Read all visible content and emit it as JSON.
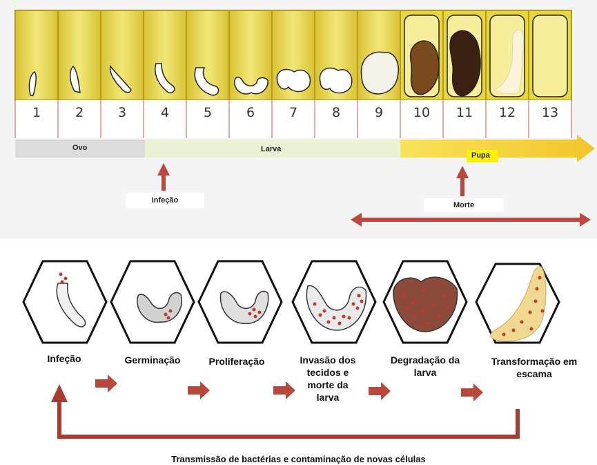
{
  "cell_numbers": [
    "1",
    "2",
    "3",
    "4",
    "5",
    "6",
    "7",
    "8",
    "9",
    "10",
    "11",
    "12",
    "13"
  ],
  "phase_bar": {
    "ovo_label": "Ovo",
    "larva_label": "Larva",
    "pupa_label": "Pupa"
  },
  "markers": {
    "infection_label": "Infeção",
    "death_label": "Morte"
  },
  "stages": [
    {
      "label": "Infeção"
    },
    {
      "label": "Germinação"
    },
    {
      "label": "Proliferação"
    },
    {
      "label": "Invasão dos tecidos e morte da larva"
    },
    {
      "label": "Degradação da larva"
    },
    {
      "label": "Transformação em escama"
    }
  ],
  "cycle_caption": "Transmissão de bactérias e contaminação de novas células",
  "colors": {
    "comb_yellow": "#e8d63f",
    "comb_light": "#f6ee9a",
    "cell_line": "#c9a620",
    "red_line": "#c45a4a",
    "ovo_bar": "#dcdcdc",
    "larva_bar": "#e9f2d4",
    "pupa_bar": "#f2d236",
    "arrow_red": "#b8473c",
    "hex_stroke": "#111111"
  }
}
